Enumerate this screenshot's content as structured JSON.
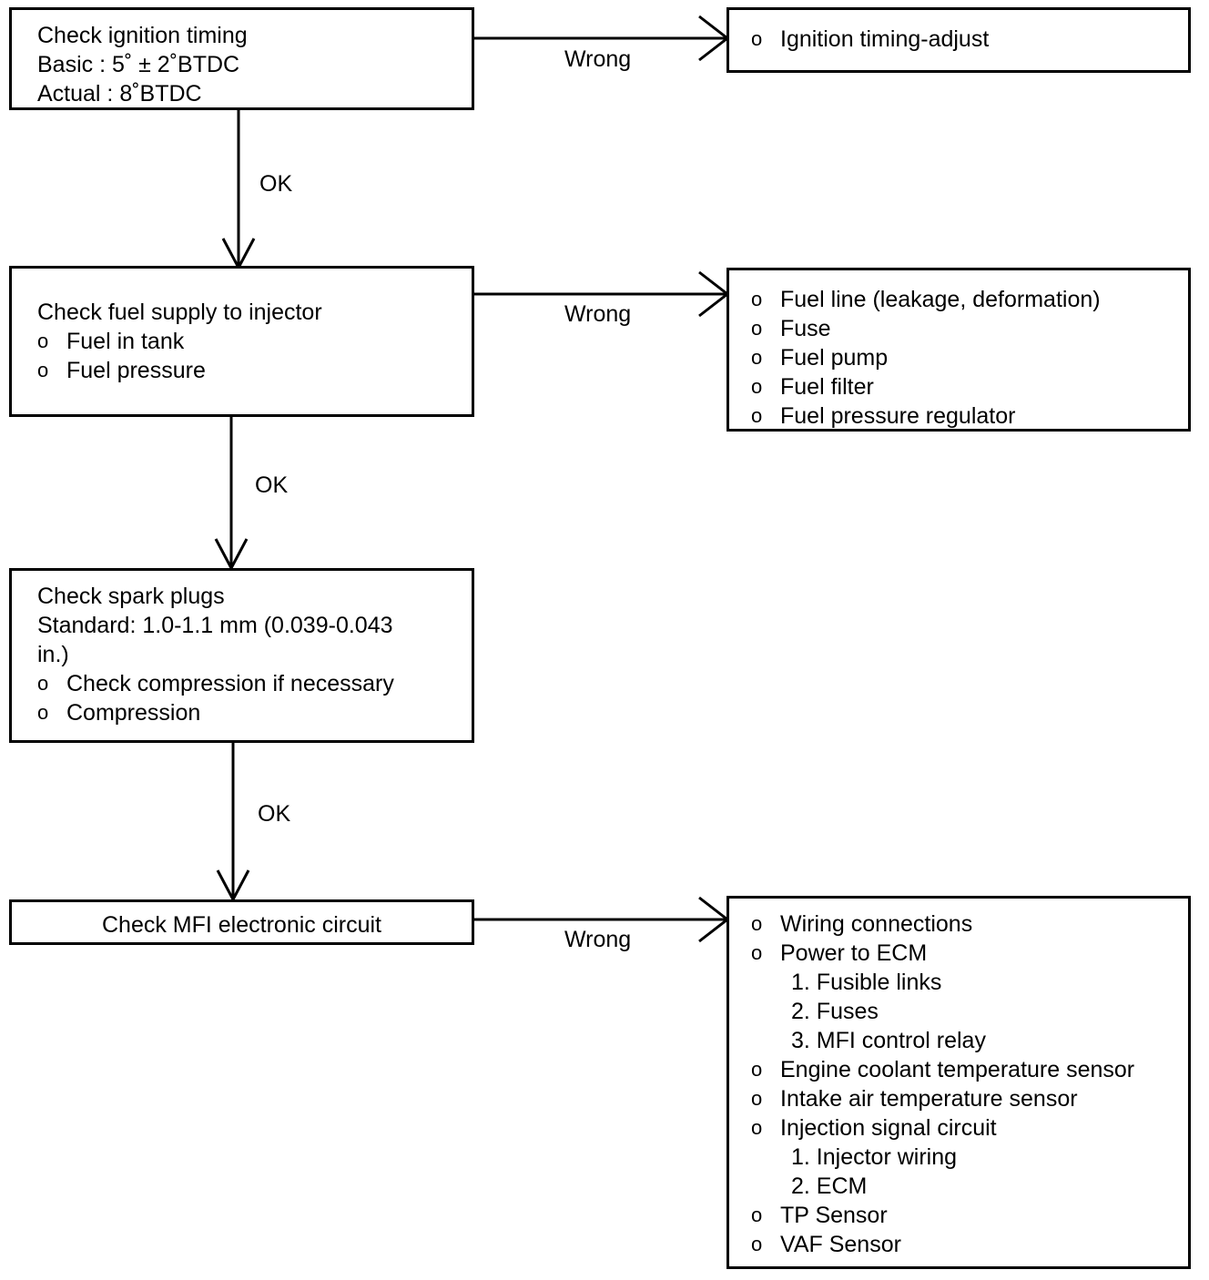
{
  "diagram": {
    "title": "MFI / ignition troubleshooting flow chart",
    "edge_labels": {
      "ok": "OK",
      "wrong": "Wrong"
    },
    "bullet_glyph": "o",
    "line_color": "#000000",
    "background_color": "#ffffff"
  },
  "steps": [
    {
      "id": "check-ignition-timing",
      "heading": "Check ignition timing",
      "lines": [
        "Basic : 5˚ ± 2˚BTDC",
        "Actual : 8˚BTDC"
      ],
      "bullets": [],
      "ok_label": "OK",
      "wrong_label": "Wrong"
    },
    {
      "id": "check-fuel-supply",
      "heading": "Check fuel supply to injector",
      "lines": [],
      "bullets": [
        "Fuel in tank",
        "Fuel pressure"
      ],
      "ok_label": "OK",
      "wrong_label": "Wrong"
    },
    {
      "id": "check-spark-plugs",
      "heading": "Check spark plugs",
      "lines": [
        "Standard: 1.0-1.1 mm (0.039-0.043",
        "in.)"
      ],
      "bullets": [
        "Check compression if necessary",
        "Compression"
      ],
      "ok_label": "OK",
      "wrong_label": ""
    },
    {
      "id": "check-mfi-electronic-circuit",
      "heading": "Check MFI electronic circuit",
      "lines": [],
      "bullets": [],
      "ok_label": "",
      "wrong_label": "Wrong"
    }
  ],
  "outcomes": [
    {
      "id": "ignition-timing-adjust",
      "items": [
        {
          "text": "Ignition timing-adjust",
          "sub": []
        }
      ]
    },
    {
      "id": "fuel-supply-faults",
      "items": [
        {
          "text": "Fuel line (leakage, deformation)",
          "sub": []
        },
        {
          "text": "Fuse",
          "sub": []
        },
        {
          "text": "Fuel pump",
          "sub": []
        },
        {
          "text": "Fuel filter",
          "sub": []
        },
        {
          "text": "Fuel pressure regulator",
          "sub": []
        }
      ]
    },
    {
      "id": "mfi-circuit-faults",
      "items": [
        {
          "text": "Wiring connections",
          "sub": []
        },
        {
          "text": "Power to ECM",
          "sub": [
            "1. Fusible links",
            "2. Fuses",
            "3. MFI control relay"
          ]
        },
        {
          "text": "Engine coolant temperature sensor",
          "sub": []
        },
        {
          "text": "Intake air temperature sensor",
          "sub": []
        },
        {
          "text": "Injection signal circuit",
          "sub": [
            "1. Injector wiring",
            "2. ECM"
          ]
        },
        {
          "text": "TP Sensor",
          "sub": []
        },
        {
          "text": "VAF Sensor",
          "sub": []
        }
      ]
    }
  ]
}
